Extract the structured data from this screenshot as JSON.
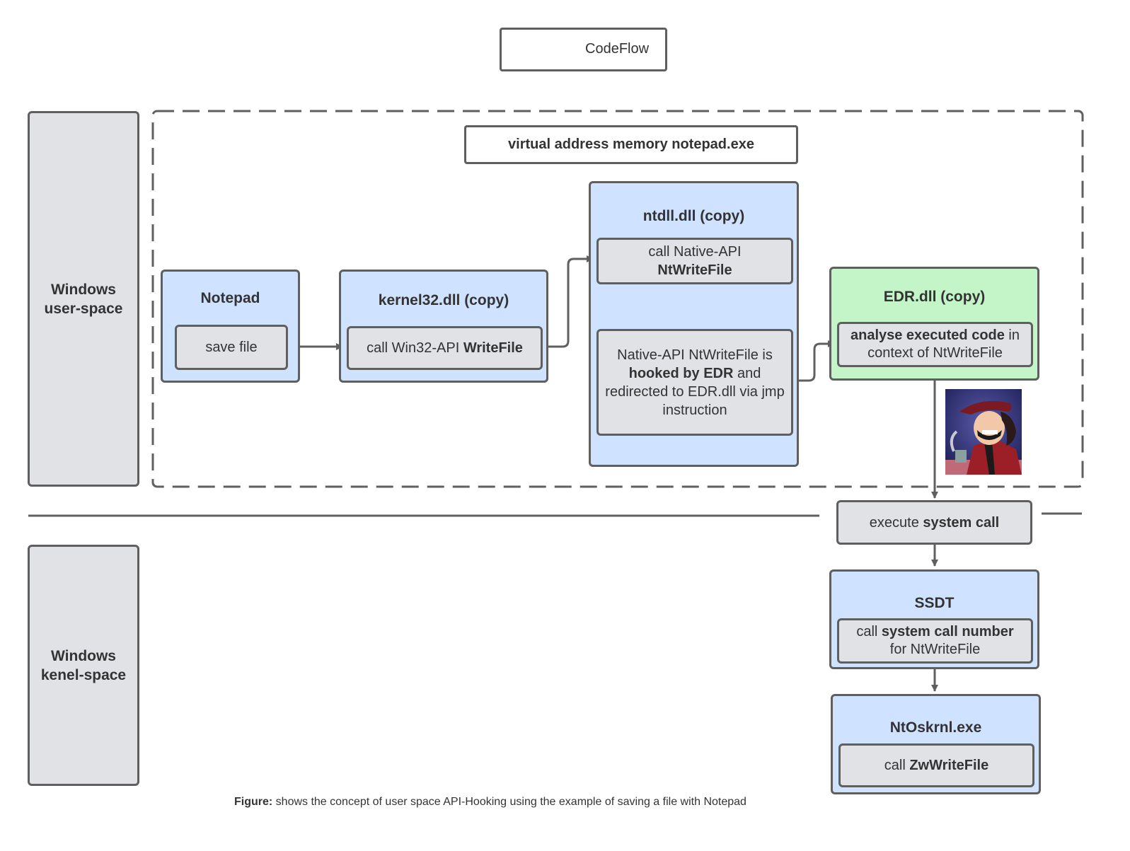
{
  "legend": {
    "label": "CodeFlow"
  },
  "zones": {
    "user_space": [
      "Windows",
      "user-space"
    ],
    "kernel_space": [
      "Windows",
      "kenel-space"
    ]
  },
  "memory_region": {
    "title": "virtual address memory notepad.exe"
  },
  "notepad": {
    "title": "Notepad",
    "action": "save file"
  },
  "kernel32": {
    "title": "kernel32.dll (copy)",
    "action_prefix": "call Win32-API ",
    "action_bold": "WriteFile"
  },
  "ntdll": {
    "title": "ntdll.dll (copy)",
    "call_line1": "call Native-API",
    "call_line2": "NtWriteFile",
    "hook_pre": "Native-API NtWriteFile is ",
    "hook_bold": "hooked by EDR",
    "hook_post": " and redirected to EDR.dll via jmp instruction"
  },
  "edr": {
    "title": "EDR.dll (copy)",
    "action_bold": "analyse executed code",
    "action_rest": " in context of NtWriteFile"
  },
  "syscall": {
    "prefix": "execute ",
    "bold": "system call"
  },
  "ssdt": {
    "title": "SSDT",
    "prefix": "call ",
    "bold": "system call number",
    "suffix": "for NtWriteFile"
  },
  "ntoskrnl": {
    "title": "NtOskrnl.exe",
    "prefix": "call ",
    "bold": "ZwWriteFile"
  },
  "caption": {
    "bold": "Figure:",
    "text": " shows the concept of user space API-Hooking using the example of saving a file with Notepad"
  },
  "colors": {
    "line": "#5f5f5f",
    "blue_fill": "#cfe2ff",
    "green_fill": "#c3f5c8",
    "grey_fill": "#e0e2e6"
  }
}
